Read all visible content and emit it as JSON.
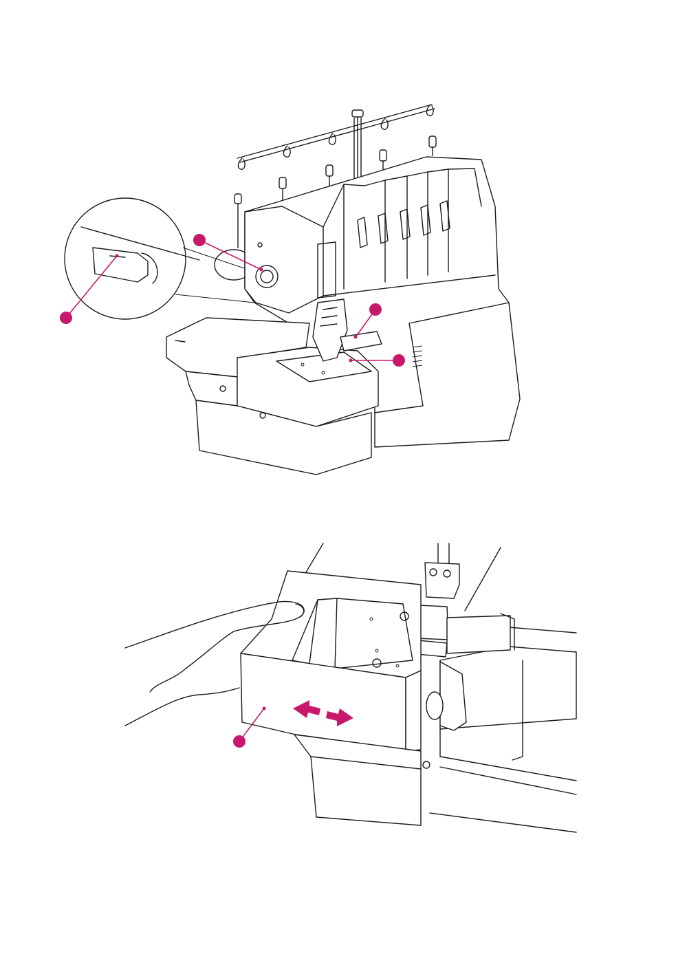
{
  "colors": {
    "line": "#1a1a1a",
    "callout": "#c8186c",
    "background": "#ffffff"
  },
  "figures": [
    {
      "name": "serger-overview",
      "callouts": [
        {
          "id": "knob-callout",
          "label": ""
        },
        {
          "id": "lever-callout",
          "label": ""
        },
        {
          "id": "cover-callout",
          "label": ""
        },
        {
          "id": "foot-callout",
          "label": ""
        }
      ]
    },
    {
      "name": "free-arm-table-removal",
      "callouts": [
        {
          "id": "table-callout",
          "label": ""
        }
      ],
      "arrows": [
        "arrow-left",
        "arrow-right"
      ]
    }
  ]
}
